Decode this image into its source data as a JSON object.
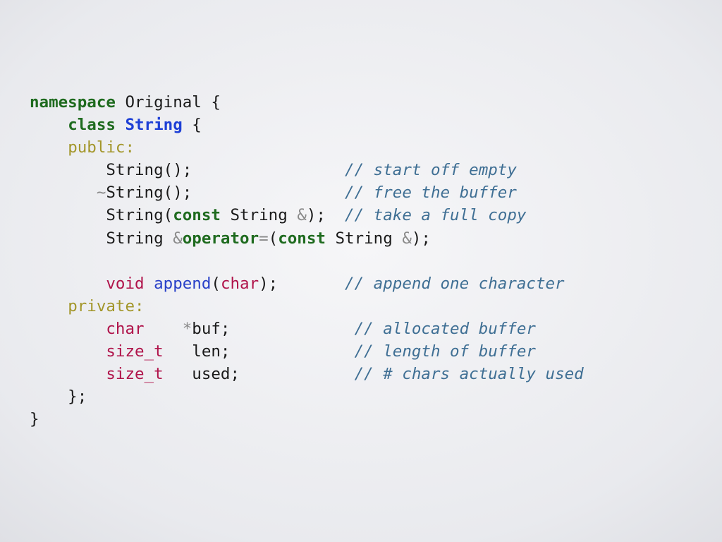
{
  "code": {
    "lines": [
      [
        {
          "t": "namespace",
          "c": "kw"
        },
        {
          "t": " Original {",
          "c": "pl"
        }
      ],
      [
        {
          "t": "    ",
          "c": "pl"
        },
        {
          "t": "class",
          "c": "kw"
        },
        {
          "t": " ",
          "c": "pl"
        },
        {
          "t": "String",
          "c": "typ"
        },
        {
          "t": " {",
          "c": "pl"
        }
      ],
      [
        {
          "t": "    ",
          "c": "pl"
        },
        {
          "t": "public:",
          "c": "acc"
        }
      ],
      [
        {
          "t": "        String();",
          "c": "pl"
        },
        {
          "t": "                ",
          "c": "pl"
        },
        {
          "t": "// start off empty",
          "c": "cm"
        }
      ],
      [
        {
          "t": "       ",
          "c": "pl"
        },
        {
          "t": "~",
          "c": "op"
        },
        {
          "t": "String();",
          "c": "pl"
        },
        {
          "t": "                ",
          "c": "pl"
        },
        {
          "t": "// free the buffer",
          "c": "cm"
        }
      ],
      [
        {
          "t": "        String(",
          "c": "pl"
        },
        {
          "t": "const",
          "c": "kw"
        },
        {
          "t": " String ",
          "c": "pl"
        },
        {
          "t": "&",
          "c": "op"
        },
        {
          "t": ");",
          "c": "pl"
        },
        {
          "t": "  ",
          "c": "pl"
        },
        {
          "t": "// take a full copy",
          "c": "cm"
        }
      ],
      [
        {
          "t": "        String ",
          "c": "pl"
        },
        {
          "t": "&",
          "c": "op"
        },
        {
          "t": "operator",
          "c": "kw"
        },
        {
          "t": "=",
          "c": "op"
        },
        {
          "t": "(",
          "c": "pl"
        },
        {
          "t": "const",
          "c": "kw"
        },
        {
          "t": " String ",
          "c": "pl"
        },
        {
          "t": "&",
          "c": "op"
        },
        {
          "t": ");",
          "c": "pl"
        }
      ],
      [
        {
          "t": "",
          "c": "pl"
        }
      ],
      [
        {
          "t": "        ",
          "c": "pl"
        },
        {
          "t": "void",
          "c": "red"
        },
        {
          "t": " ",
          "c": "pl"
        },
        {
          "t": "append",
          "c": "fn"
        },
        {
          "t": "(",
          "c": "pl"
        },
        {
          "t": "char",
          "c": "red"
        },
        {
          "t": ");",
          "c": "pl"
        },
        {
          "t": "       ",
          "c": "pl"
        },
        {
          "t": "// append one character",
          "c": "cm"
        }
      ],
      [
        {
          "t": "    ",
          "c": "pl"
        },
        {
          "t": "private:",
          "c": "acc"
        }
      ],
      [
        {
          "t": "        ",
          "c": "pl"
        },
        {
          "t": "char",
          "c": "red"
        },
        {
          "t": "    ",
          "c": "pl"
        },
        {
          "t": "*",
          "c": "op"
        },
        {
          "t": "buf;",
          "c": "pl"
        },
        {
          "t": "             ",
          "c": "pl"
        },
        {
          "t": "// allocated buffer",
          "c": "cm"
        }
      ],
      [
        {
          "t": "        ",
          "c": "pl"
        },
        {
          "t": "size_t",
          "c": "red"
        },
        {
          "t": "   len;",
          "c": "pl"
        },
        {
          "t": "             ",
          "c": "pl"
        },
        {
          "t": "// length of buffer",
          "c": "cm"
        }
      ],
      [
        {
          "t": "        ",
          "c": "pl"
        },
        {
          "t": "size_t",
          "c": "red"
        },
        {
          "t": "   used;",
          "c": "pl"
        },
        {
          "t": "            ",
          "c": "pl"
        },
        {
          "t": "// # chars actually used",
          "c": "cm"
        }
      ],
      [
        {
          "t": "    };",
          "c": "pl"
        }
      ],
      [
        {
          "t": "}",
          "c": "pl"
        }
      ]
    ]
  }
}
